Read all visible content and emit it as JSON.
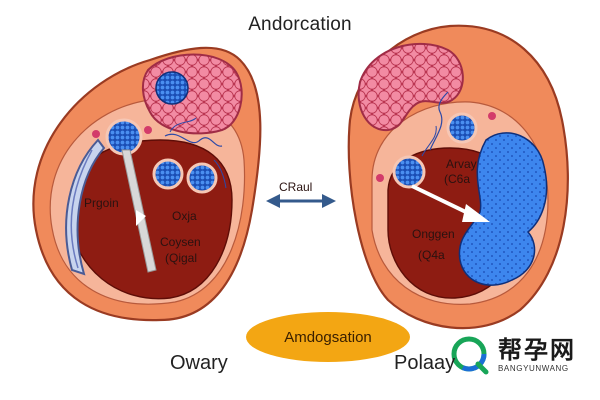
{
  "title": "Andorcation",
  "arrow_label": "CRaul",
  "left_panel": {
    "organ_label": "Owary",
    "labels": {
      "left_mid": "Prgoin",
      "right_top": "Oxja",
      "right_mid": "Coysen",
      "right_bottom": "(Qigal"
    }
  },
  "right_panel": {
    "organ_label": "Polaay",
    "labels": {
      "top_name": "Arvay",
      "top_sub": "(C6a",
      "mid_name": "Onggen",
      "mid_sub": "(Q4a"
    }
  },
  "center_badge": "Amdogsation",
  "watermark": {
    "chinese": "帮孕网",
    "english": "BANGYUNWANG"
  },
  "colors": {
    "outer_tissue": "#f08a5b",
    "inner_tissue": "#f6b59a",
    "chamber": "#8e1c12",
    "pink_cells": "#ec7a94",
    "blue_cells": "#2d6ee0",
    "badge": "#f3a613",
    "arrow": "#345a8c",
    "watermark_accent": "#18a558"
  }
}
